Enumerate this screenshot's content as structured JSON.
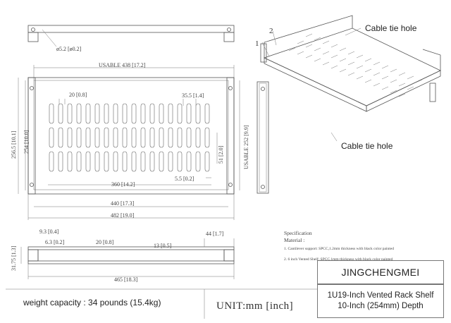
{
  "top_view": {
    "hole_label": "ø5.2 [ø0.2]",
    "usable_width": "USABLE 438 [17.2]",
    "slot_width": "20 [0.8]",
    "slot_spacing": "35.5 [1.4]",
    "height_outer": "256.5 [10.1]",
    "height_inner": "254 [10.0]",
    "usable_depth": "USABLE 252 [9.9]",
    "slot_gap": "51 [2.0]",
    "vent_width": "360 [14.2]",
    "edge_margin": "5.5 [0.2]",
    "width_440": "440 [17.3]",
    "width_482": "482 [19.0]"
  },
  "side_view": {
    "h1": "9.3 [0.4]",
    "h2": "6.3 [0.2]",
    "w1": "20 [0.8]",
    "w2": "13 [0.5]",
    "flange": "44 [1.7]",
    "height": "31.75 [1.3]",
    "depth": "465 [18.3]"
  },
  "callouts": {
    "cable_tie_top": "Cable tie hole",
    "cable_tie_bottom": "Cable tie hole",
    "part1": "1",
    "part2": "2"
  },
  "specification": {
    "title": "Specification",
    "material": "Material :",
    "item1": "1.  Cantilever support: SPCC,1.2mm thickness with black color painted",
    "item2": "2.  6 inch Vented Shelf: SPCC,1mm thickness with black color painted"
  },
  "brand": "JINGCHENGMEI",
  "model_line1": "1U19-Inch Vented Rack Shelf",
  "model_line2": "10-Inch (254mm) Depth",
  "weight": "weight capacity : 34 pounds (15.4kg)",
  "unit": "UNIT:mm [inch]"
}
